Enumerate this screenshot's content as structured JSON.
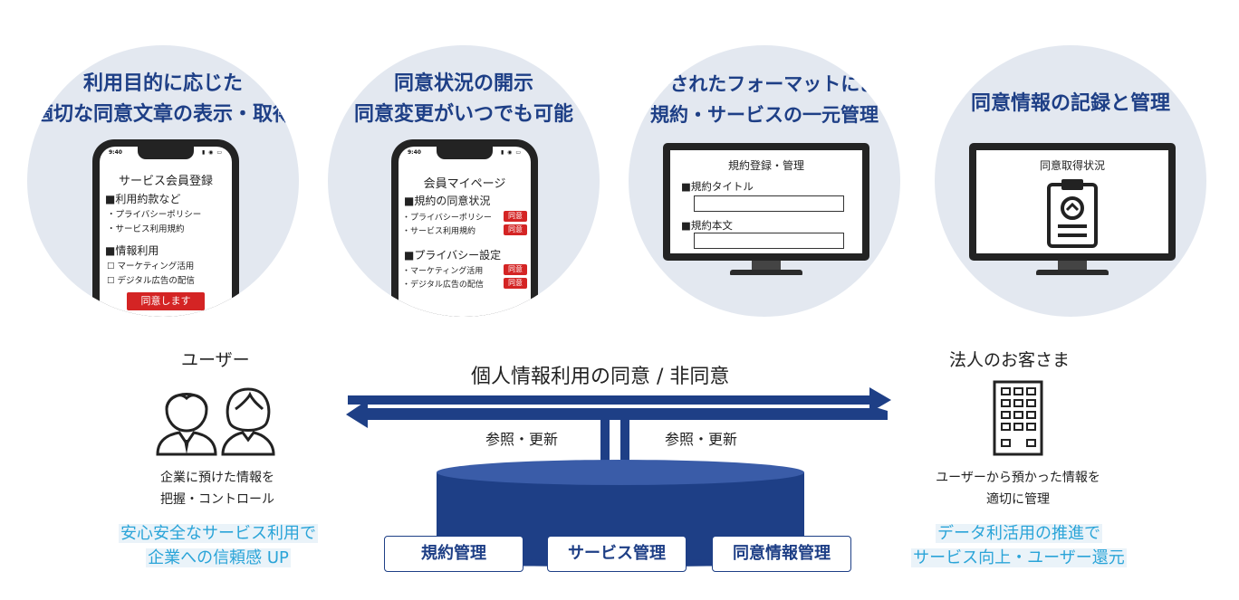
{
  "panels": [
    {
      "title_line1": "利用目的に応じた",
      "title_line2": "適切な同意文章の表示・取得"
    },
    {
      "title_line1": "同意状況の開示",
      "title_line2": "同意変更がいつでも可能"
    },
    {
      "title_line1": "統一されたフォーマットによる",
      "title_line2": "規約・サービスの一元管理"
    },
    {
      "title_line1": "同意情報の記録と管理"
    }
  ],
  "phone1": {
    "time": "9:40",
    "title": "サービス会員登録",
    "section1": "■利用約款など",
    "item1": "・プライバシーポリシー",
    "item2": "・サービス利用規約",
    "section2": "■情報利用",
    "check1": "☐ マーケティング活用",
    "check2": "☐ デジタル広告の配信",
    "button": "同意します"
  },
  "phone2": {
    "time": "9:40",
    "title": "会員マイページ",
    "section1": "■規約の同意状況",
    "item1": "・プライバシーポリシー",
    "item2": "・サービス利用規約",
    "section2": "■プライバシー設定",
    "item3": "・マーケティング活用",
    "item4": "・デジタル広告の配信",
    "tag": "同意"
  },
  "monitor1": {
    "title": "規約登録・管理",
    "field1_label": "■規約タイトル",
    "field2_label": "■規約本文"
  },
  "monitor2": {
    "title": "同意取得状況"
  },
  "user": {
    "label": "ユーザー",
    "desc_line1": "企業に預けた情報を",
    "desc_line2": "把握・コントロール",
    "benefit_line1": "安心安全なサービス利用で",
    "benefit_line2": "企業への信頼感 UP"
  },
  "corp": {
    "label": "法人のお客さま",
    "desc_line1": "ユーザーから預かった情報を",
    "desc_line2": "適切に管理",
    "benefit_line1": "データ利活用の推進で",
    "benefit_line2": "サービス向上・ユーザー還元"
  },
  "flow": {
    "main_label": "個人情報利用の同意 / 非同意",
    "left_label": "参照・更新",
    "right_label": "参照・更新"
  },
  "database": {
    "boxes": [
      "規約管理",
      "サービス管理",
      "同意情報管理"
    ]
  },
  "colors": {
    "navy": "#1e3f86",
    "accent_blue": "#2aa4d8",
    "circle_bg": "#e3e8f0",
    "agree_red": "#d42424"
  }
}
